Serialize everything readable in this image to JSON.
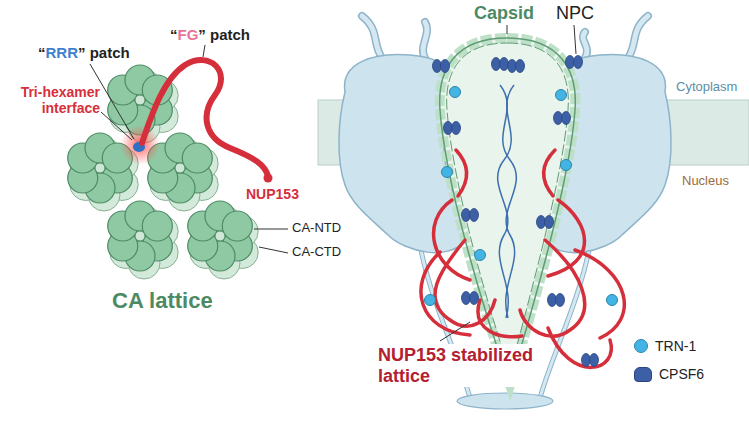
{
  "diagram": {
    "labels": [
      "“RRR” patch",
      "“FG” patch",
      "Tri-hexamer interface",
      "NUP153",
      "CA-NTD",
      "CA-CTD",
      "CA lattice",
      "Capsid",
      "NPC",
      "Cytoplasm",
      "Nucleus",
      "NUP153 stabilized lattice"
    ],
    "legend": [
      {
        "text": "TRN-1",
        "color": "#43b4e3"
      },
      {
        "text": "CPSF6",
        "color": "#3c5fa6"
      }
    ]
  }
}
